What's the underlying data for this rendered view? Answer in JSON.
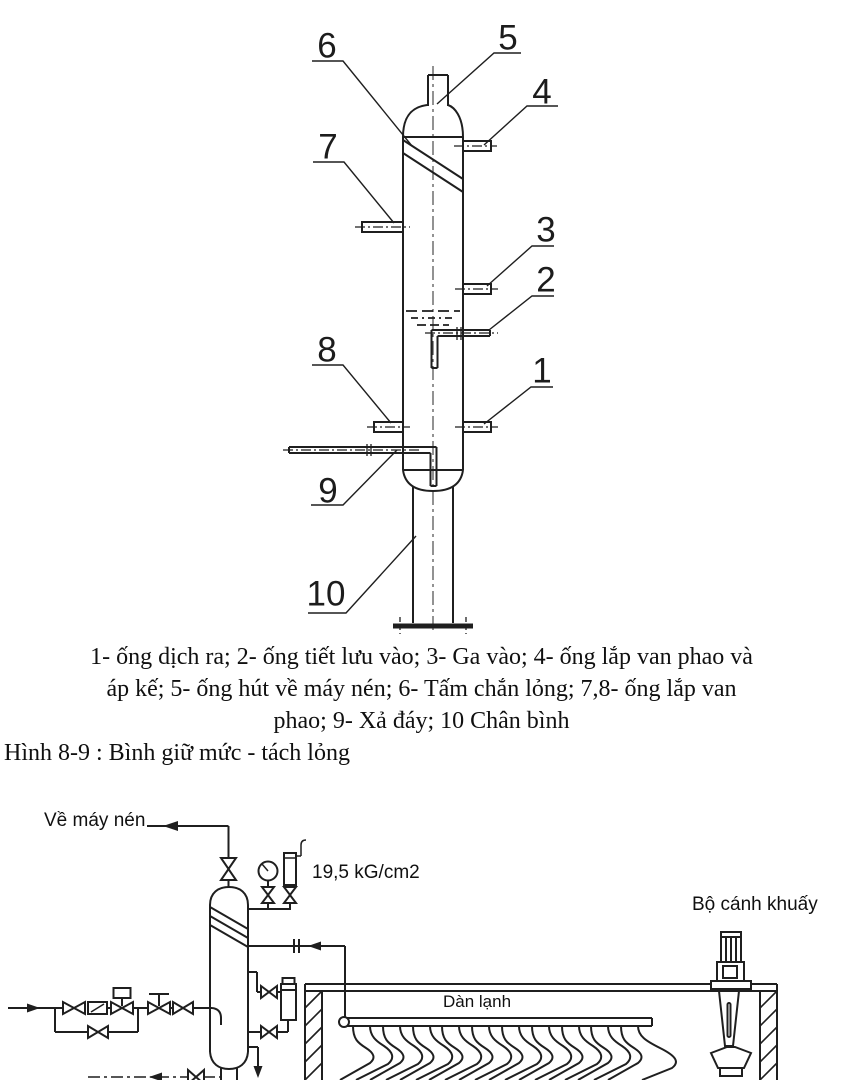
{
  "figure1": {
    "callouts": [
      "1",
      "2",
      "3",
      "4",
      "5",
      "6",
      "7",
      "8",
      "9",
      "10"
    ],
    "caption": {
      "line1": "1- ống dịch ra; 2- ống tiết lưu vào; 3- Ga vào; 4- ống lắp van phao và",
      "line2": "áp kế; 5- ống hút về máy nén; 6- Tấm chắn lỏng; 7,8- ống lắp van",
      "line3": "phao; 9- Xả đáy; 10 Chân bình",
      "title": "Hình 8-9 : Bình giữ mức - tách lỏng"
    }
  },
  "figure2": {
    "labels": {
      "to_compressor": "Về máy nén",
      "pressure": "19,5 kG/cm2",
      "agitator": "Bộ cánh khuấy",
      "evaporator_coil": "Dàn lạnh"
    }
  },
  "colors": {
    "line": "#1f1f1f",
    "background": "#ffffff"
  }
}
